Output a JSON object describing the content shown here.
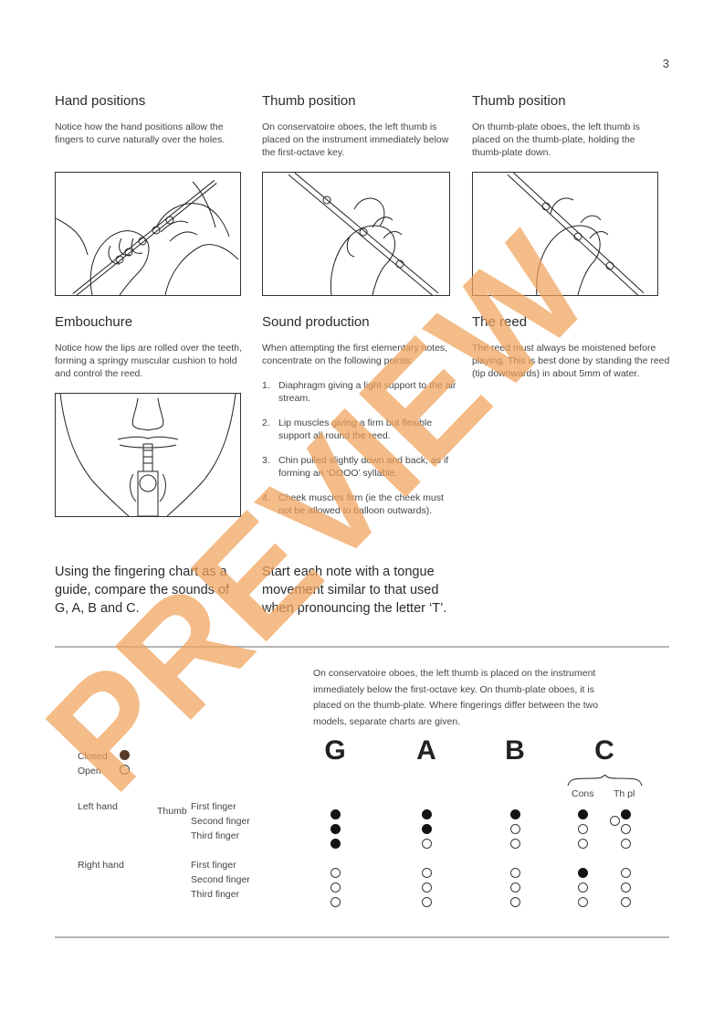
{
  "page_number": "3",
  "sections": {
    "hand_positions": {
      "title": "Hand positions",
      "text": "Notice how the hand positions allow the fingers to curve naturally over the holes."
    },
    "thumb_cons": {
      "title": "Thumb position",
      "text": "On conservatoire oboes, the left thumb is placed on the instrument immediately below the first-octave key."
    },
    "thumb_plate": {
      "title": "Thumb position",
      "text": "On thumb-plate oboes, the left thumb is placed on the thumb-plate, holding the thumb-plate down."
    },
    "embouchure": {
      "title": "Embouchure",
      "text": "Notice how the lips are rolled over the teeth, forming a springy muscular cushion to hold and control the reed."
    },
    "sound_production": {
      "title": "Sound production",
      "intro": "When attempting the first elementary notes, concentrate on the following points:",
      "points": [
        {
          "num": "1.",
          "text": "Diaphragm giving a light support to the air stream."
        },
        {
          "num": "2.",
          "text": "Lip muscles giving a firm but flexible support all round the reed."
        },
        {
          "num": "3.",
          "text": "Chin pulled slightly down and back, as if forming an ‘OOOO’ syllable."
        },
        {
          "num": "4.",
          "text": "Cheek muscles firm (ie the cheek must not be allowed to balloon outwards)."
        }
      ]
    },
    "reed": {
      "title": "The reed",
      "text": "The reed must always be moistened before playing. This is best done by standing the reed (tip downwards) in about 5mm of water."
    }
  },
  "callouts": {
    "left": "Using the fingering chart as a guide, compare the sounds of G, A, B and C.",
    "right": "Start each note with a tongue movement similar to that used when pronouncing the letter ‘T’."
  },
  "chart_note": "On conservatoire oboes, the left thumb is placed on the instrument immediately below the first-octave key. On thumb-plate oboes, it is placed on the thumb-plate. Where fingerings differ between the two models, separate charts are given.",
  "fingering_chart": {
    "legend": {
      "closed": "Closed",
      "open": "Open"
    },
    "left_hand_label": "Left hand",
    "right_hand_label": "Right hand",
    "thumb_label": "Thumb",
    "left_fingers": [
      "First finger",
      "Second finger",
      "Third finger"
    ],
    "right_fingers": [
      "First finger",
      "Second finger",
      "Third finger"
    ],
    "sub_labels": {
      "cons": "Cons",
      "thpl": "Th pl"
    },
    "notes": [
      {
        "name": "G",
        "left": [
          "closed",
          "closed",
          "closed"
        ],
        "right": [
          "open",
          "open",
          "open"
        ]
      },
      {
        "name": "A",
        "left": [
          "closed",
          "closed",
          "open"
        ],
        "right": [
          "open",
          "open",
          "open"
        ]
      },
      {
        "name": "B",
        "left": [
          "closed",
          "open",
          "open"
        ],
        "right": [
          "open",
          "open",
          "open"
        ]
      },
      {
        "name": "C",
        "left": [
          "closed",
          "open",
          "open"
        ],
        "right": [
          "closed",
          "open",
          "open"
        ],
        "variant": "cons"
      },
      {
        "name": "",
        "left": [
          "closed",
          "open",
          "open"
        ],
        "right": [
          "open",
          "open",
          "open"
        ],
        "thumb": "open",
        "variant": "thpl"
      }
    ]
  },
  "watermark": "PREVIEW",
  "colors": {
    "watermark": "#f0a25a",
    "closed_dot": "#141414",
    "legend_closed": "#5a3b28",
    "rule": "#b5b5b5"
  }
}
